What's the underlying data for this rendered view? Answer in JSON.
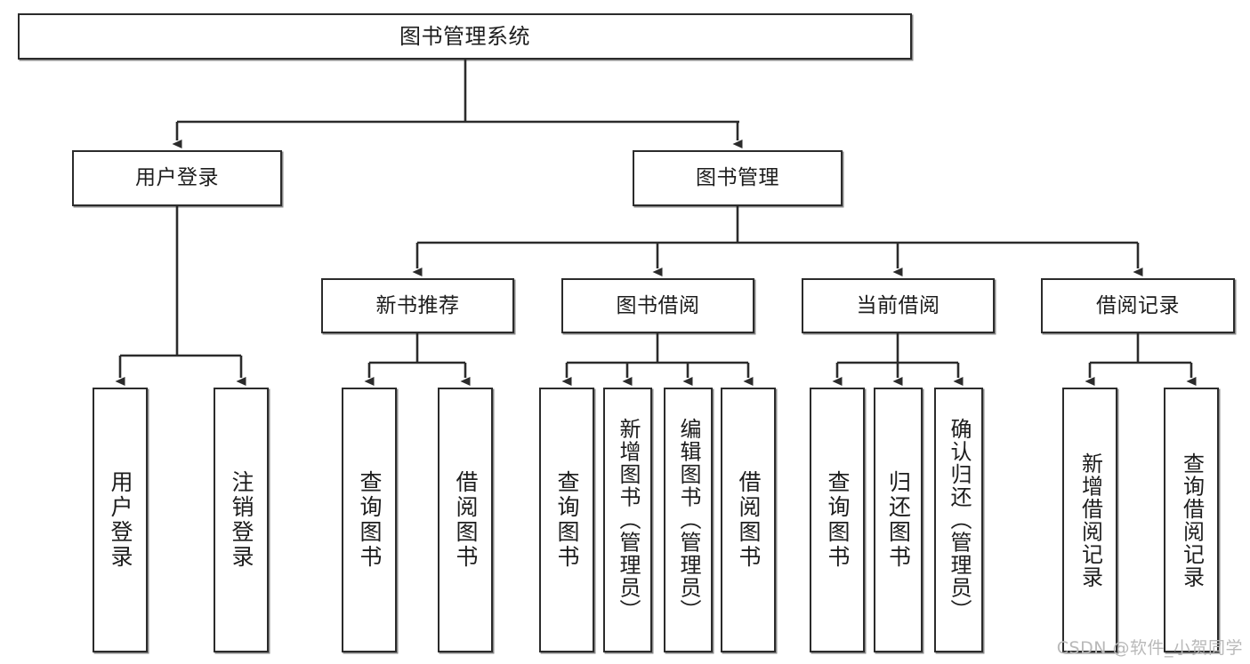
{
  "diagram": {
    "type": "tree-hierarchy-flowchart",
    "title": "图书管理系统",
    "colors": {
      "box_border": "#2b2b2b",
      "box_fill": "#ffffff",
      "edge": "#2b2b2b",
      "text": "#1d1d1d",
      "watermark": "#b9b9b9",
      "background": "#ffffff"
    },
    "nodes": {
      "root": {
        "id": "root",
        "label": "图书管理系统",
        "orientation": "horizontal",
        "level": 1
      },
      "l2": [
        {
          "id": "user-login",
          "label": "用户登录",
          "orientation": "horizontal",
          "level": 2
        },
        {
          "id": "book-manage",
          "label": "图书管理",
          "orientation": "horizontal",
          "level": 2
        }
      ],
      "l3": [
        {
          "id": "new-book-recommend",
          "label": "新书推荐",
          "orientation": "horizontal",
          "level": 3
        },
        {
          "id": "book-borrow",
          "label": "图书借阅",
          "orientation": "horizontal",
          "level": 3
        },
        {
          "id": "current-borrow",
          "label": "当前借阅",
          "orientation": "horizontal",
          "level": 3
        },
        {
          "id": "borrow-record",
          "label": "借阅记录",
          "orientation": "horizontal",
          "level": 3
        }
      ],
      "leaves": [
        {
          "id": "leaf-user-login",
          "label": "用户登录",
          "orientation": "vertical",
          "parent": "user-login"
        },
        {
          "id": "leaf-user-logout",
          "label": "注销登录",
          "orientation": "vertical",
          "parent": "user-login"
        },
        {
          "id": "leaf-query-book-1",
          "label": "查询图书",
          "orientation": "vertical",
          "parent": "new-book-recommend"
        },
        {
          "id": "leaf-borrow-book-1",
          "label": "借阅图书",
          "orientation": "vertical",
          "parent": "new-book-recommend"
        },
        {
          "id": "leaf-query-book-2",
          "label": "查询图书",
          "orientation": "vertical",
          "parent": "book-borrow"
        },
        {
          "id": "leaf-add-book",
          "label": "新增图书（管理员）",
          "orientation": "vertical",
          "parent": "book-borrow"
        },
        {
          "id": "leaf-edit-book",
          "label": "编辑图书（管理员）",
          "orientation": "vertical",
          "parent": "book-borrow"
        },
        {
          "id": "leaf-borrow-book-2",
          "label": "借阅图书",
          "orientation": "vertical",
          "parent": "book-borrow"
        },
        {
          "id": "leaf-query-book-3",
          "label": "查询图书",
          "orientation": "vertical",
          "parent": "current-borrow"
        },
        {
          "id": "leaf-return-book",
          "label": "归还图书",
          "orientation": "vertical",
          "parent": "current-borrow"
        },
        {
          "id": "leaf-confirm-return",
          "label": "确认归还（管理员）",
          "orientation": "vertical",
          "parent": "current-borrow"
        },
        {
          "id": "leaf-add-record",
          "label": "新增借阅记录",
          "orientation": "vertical",
          "parent": "borrow-record"
        },
        {
          "id": "leaf-query-record",
          "label": "查询借阅记录",
          "orientation": "vertical",
          "parent": "borrow-record"
        }
      ]
    },
    "watermark": "CSDN @软件_小贺同学"
  }
}
